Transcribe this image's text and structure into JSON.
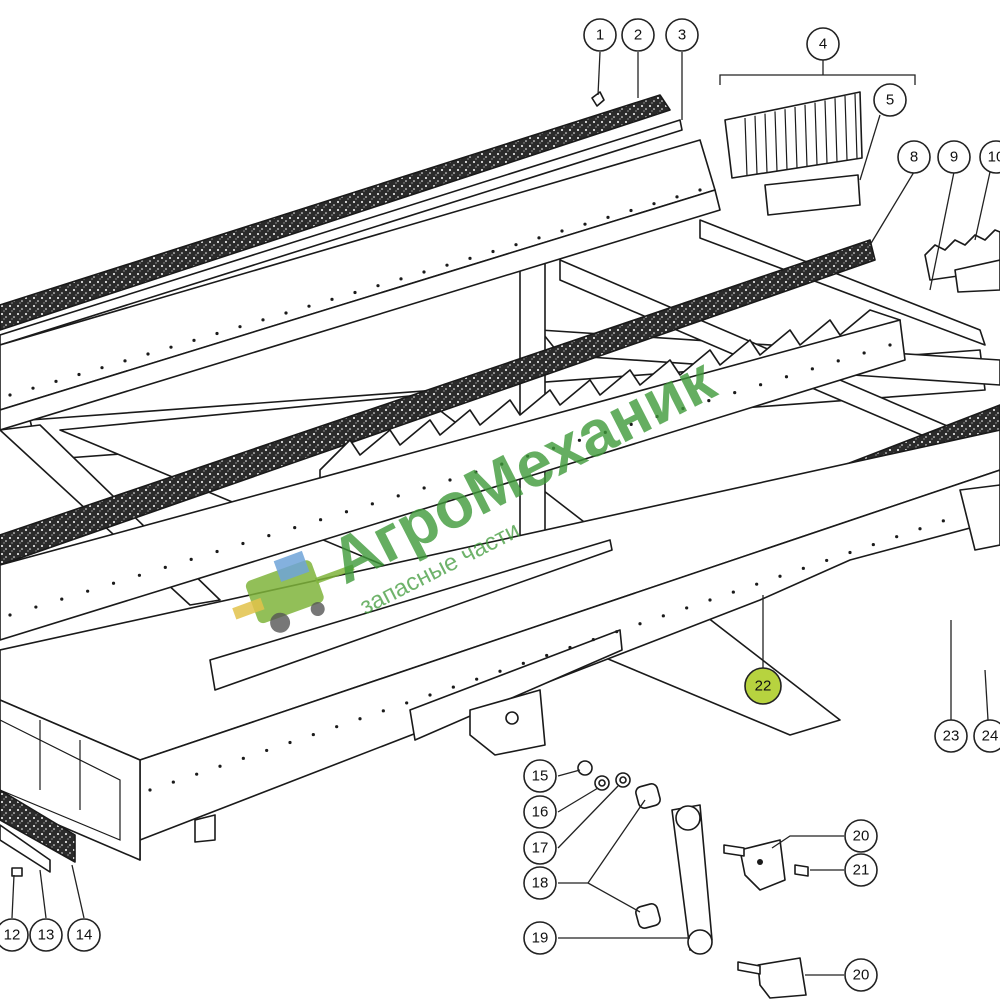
{
  "watermark": {
    "brand": "АгроМеханик",
    "tagline": "запасные части",
    "brand_color": "#3f9a3a",
    "logo_icon": "combine-harvester-icon"
  },
  "highlight_color": "#b7d33f",
  "callouts": [
    {
      "label": "1"
    },
    {
      "label": "2"
    },
    {
      "label": "3"
    },
    {
      "label": "4"
    },
    {
      "label": "5"
    },
    {
      "label": "8"
    },
    {
      "label": "9"
    },
    {
      "label": "10"
    },
    {
      "label": "12"
    },
    {
      "label": "13"
    },
    {
      "label": "14"
    },
    {
      "label": "15"
    },
    {
      "label": "16"
    },
    {
      "label": "17"
    },
    {
      "label": "18"
    },
    {
      "label": "19"
    },
    {
      "label": "20"
    },
    {
      "label": "21"
    },
    {
      "label": "20"
    },
    {
      "label": "22",
      "highlighted": true
    },
    {
      "label": "23"
    },
    {
      "label": "24"
    }
  ]
}
